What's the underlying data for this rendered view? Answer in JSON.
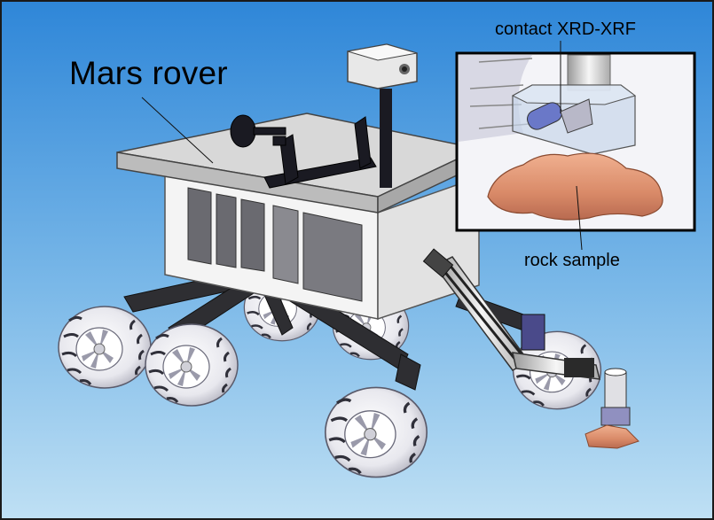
{
  "diagram": {
    "title": "Mars rover",
    "inset_label": "contact XRD-XRF",
    "sample_label": "rock sample"
  },
  "colors": {
    "background_top": "#2e86d8",
    "background_bottom": "#bfe0f4",
    "deck": "#dcdcdc",
    "body": "#f2f2f2",
    "arm": "#333333",
    "wheel": "#f4f4f6",
    "rock": "#d98a68",
    "inset_border": "#000000"
  },
  "icons": [
    "rover-illustration",
    "wheel",
    "camera-mast",
    "robotic-arm",
    "rock-sample"
  ]
}
